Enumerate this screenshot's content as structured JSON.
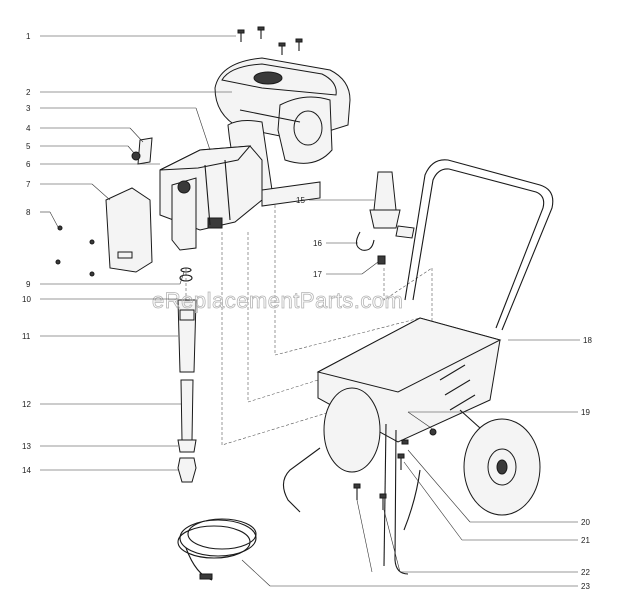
{
  "watermark": "eReplacementParts.com",
  "callouts": [
    {
      "id": "1",
      "label": "1"
    },
    {
      "id": "2",
      "label": "2"
    },
    {
      "id": "3",
      "label": "3"
    },
    {
      "id": "4",
      "label": "4"
    },
    {
      "id": "5",
      "label": "5"
    },
    {
      "id": "6",
      "label": "6"
    },
    {
      "id": "7",
      "label": "7"
    },
    {
      "id": "8",
      "label": "8"
    },
    {
      "id": "9",
      "label": "9"
    },
    {
      "id": "10",
      "label": "10"
    },
    {
      "id": "11",
      "label": "11"
    },
    {
      "id": "12",
      "label": "12"
    },
    {
      "id": "13",
      "label": "13"
    },
    {
      "id": "14",
      "label": "14"
    },
    {
      "id": "15",
      "label": "15"
    },
    {
      "id": "16",
      "label": "16"
    },
    {
      "id": "17",
      "label": "17"
    },
    {
      "id": "18",
      "label": "18"
    },
    {
      "id": "19",
      "label": "19"
    },
    {
      "id": "20",
      "label": "20"
    },
    {
      "id": "21",
      "label": "21"
    },
    {
      "id": "22",
      "label": "22"
    },
    {
      "id": "23",
      "label": "23"
    }
  ]
}
